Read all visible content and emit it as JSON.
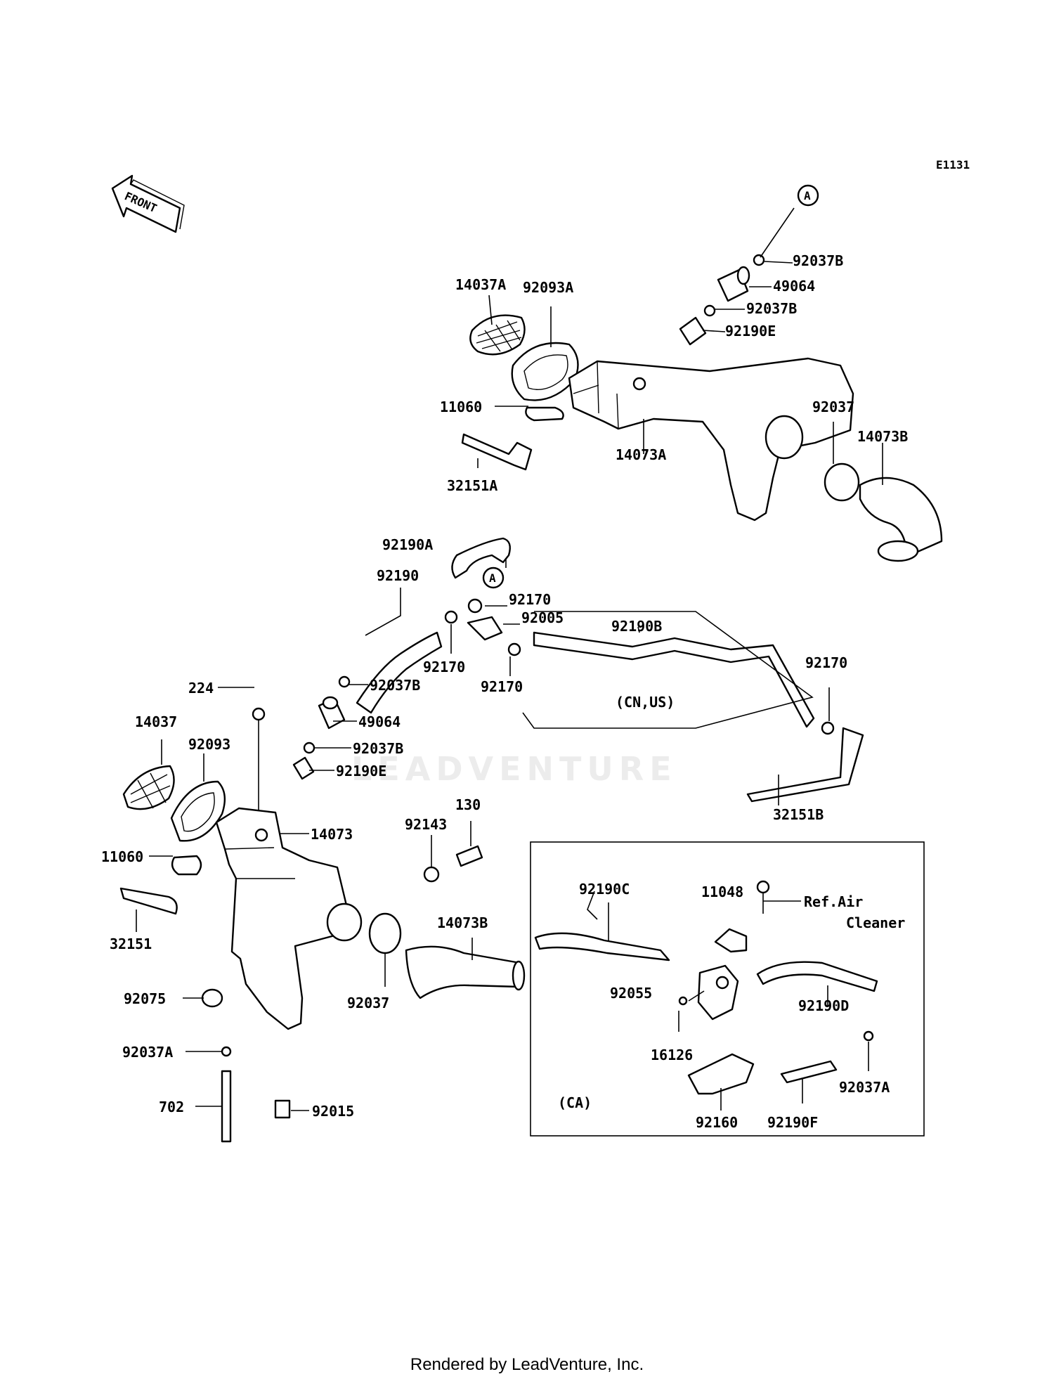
{
  "diagram_code": "E1131",
  "front_label": "FRONT",
  "watermark": "LEADVENTURE",
  "footer": "Rendered by LeadVenture, Inc.",
  "ref_marker": "A",
  "box_notes": {
    "cn_us": "(CN,US)",
    "ca": "(CA)",
    "ref_air_line1": "Ref.Air",
    "ref_air_line2": "Cleaner"
  },
  "parts": {
    "p14037A": "14037A",
    "p92093A": "92093A",
    "p92037B_1": "92037B",
    "p49064_1": "49064",
    "p92037B_2": "92037B",
    "p92190E_1": "92190E",
    "p11060_1": "11060",
    "p92037_1": "92037",
    "p14073B_1": "14073B",
    "p14073A": "14073A",
    "p32151A": "32151A",
    "p92190A": "92190A",
    "p92190": "92190",
    "p92170_1": "92170",
    "p92005": "92005",
    "p92190B": "92190B",
    "p92170_2": "92170",
    "p92170_3": "92170",
    "p92170_4": "92170",
    "p224": "224",
    "p92037B_3": "92037B",
    "p14037": "14037",
    "p49064_2": "49064",
    "p92093": "92093",
    "p92037B_4": "92037B",
    "p92190E_2": "92190E",
    "p32151B": "32151B",
    "p130": "130",
    "p92143": "92143",
    "p14073": "14073",
    "p11060_2": "11060",
    "p14073B_2": "14073B",
    "p32151": "32151",
    "p92190C": "92190C",
    "p11048": "11048",
    "p92075": "92075",
    "p92037_2": "92037",
    "p92055": "92055",
    "p92190D": "92190D",
    "p92037A_1": "92037A",
    "p16126": "16126",
    "p92037A_2": "92037A",
    "p702": "702",
    "p92015": "92015",
    "p92160": "92160",
    "p92190F": "92190F"
  }
}
